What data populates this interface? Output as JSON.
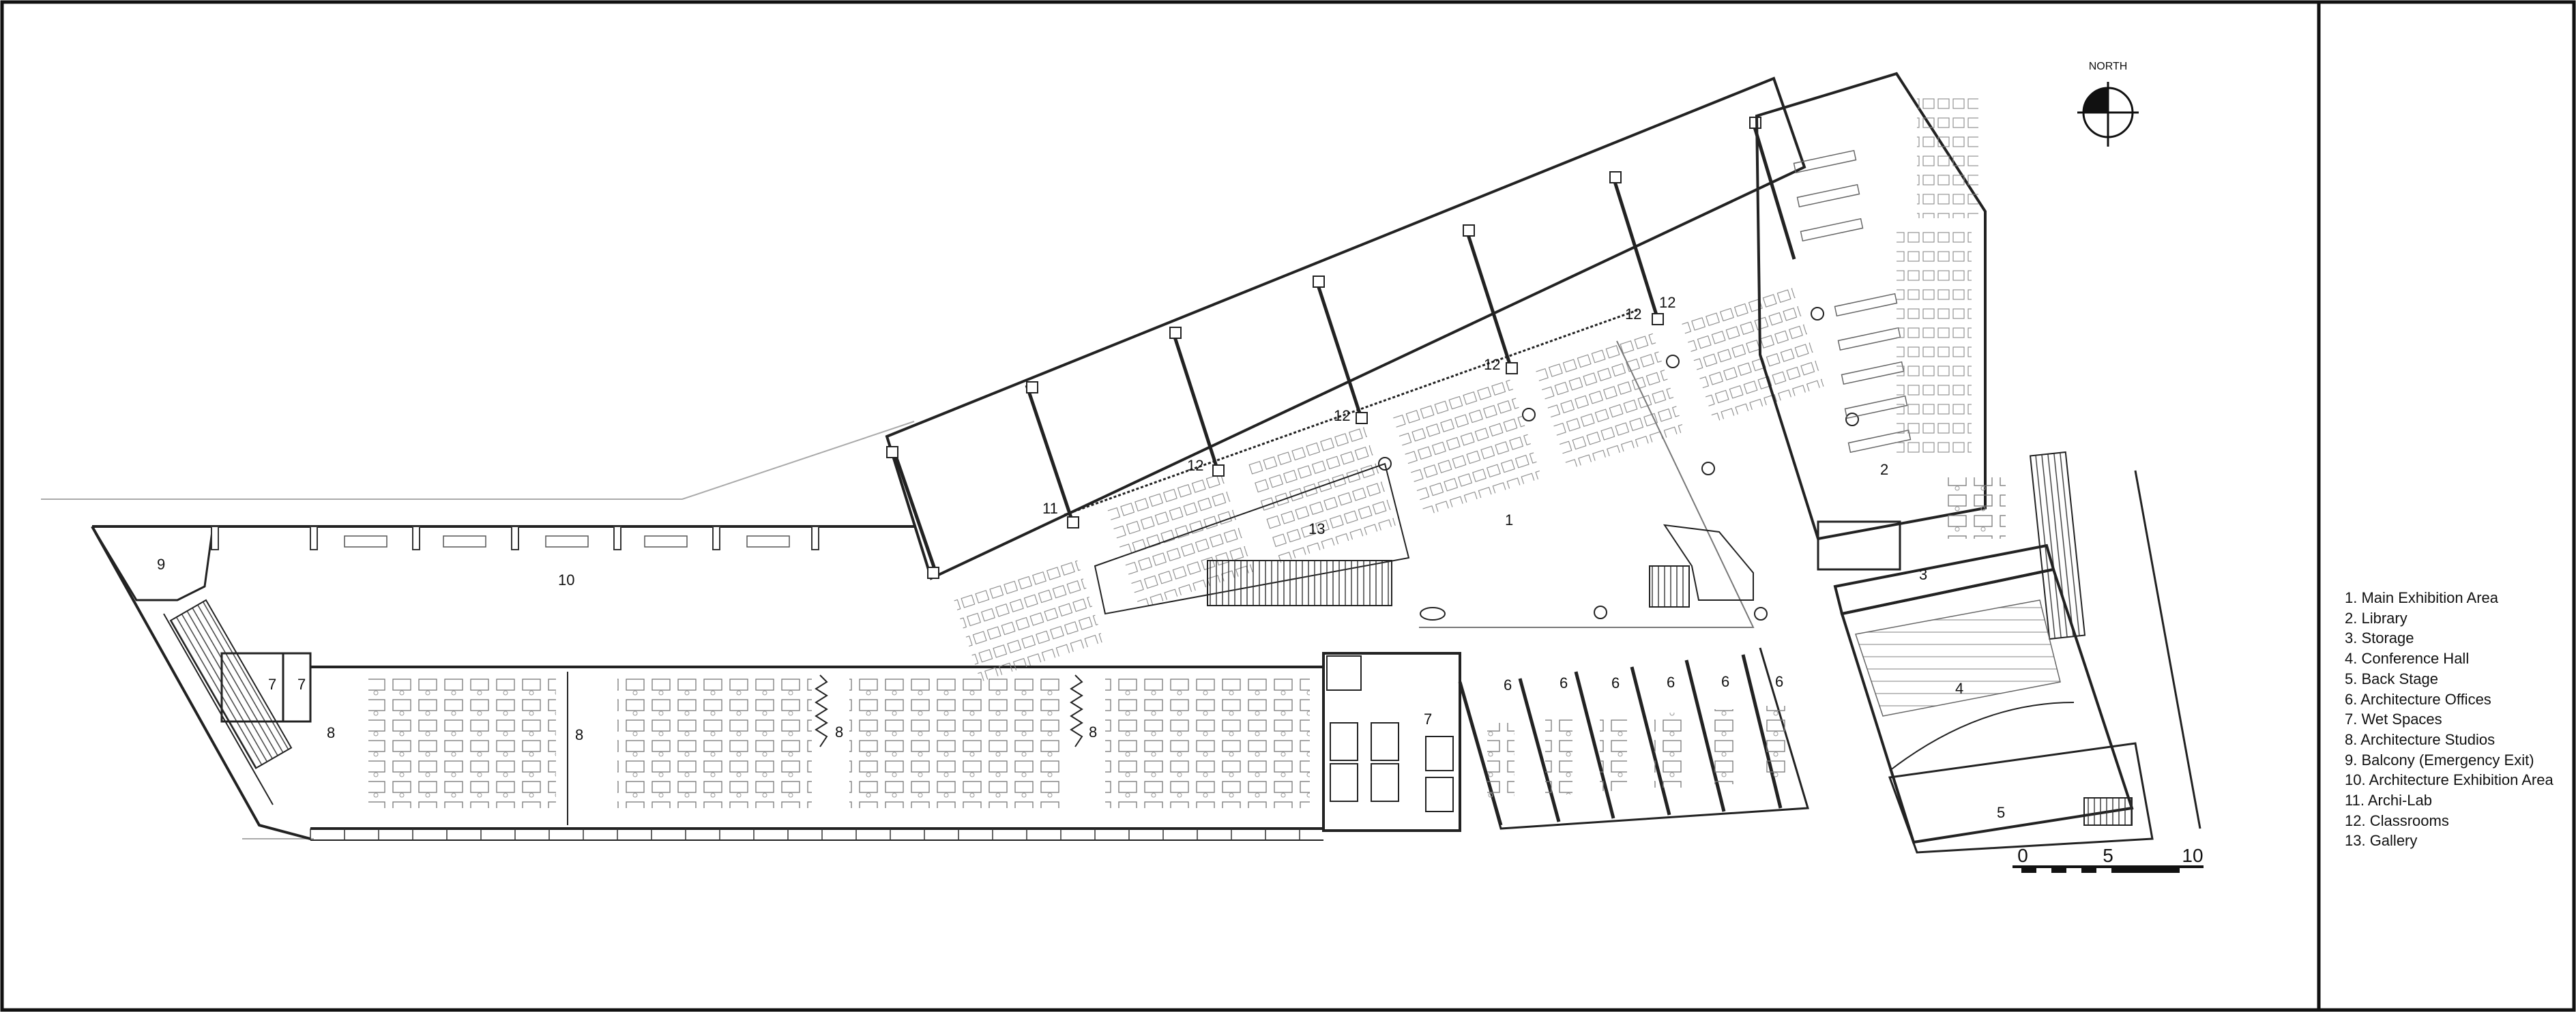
{
  "north_label": "NORTH",
  "scale_bar": {
    "ticks": [
      "0",
      "5",
      "10"
    ]
  },
  "room_labels": [
    {
      "id": "l9",
      "text": "9"
    },
    {
      "id": "l10",
      "text": "10"
    },
    {
      "id": "l13",
      "text": "13"
    },
    {
      "id": "l1",
      "text": "1"
    },
    {
      "id": "l11",
      "text": "11"
    },
    {
      "id": "l12a",
      "text": "12"
    },
    {
      "id": "l12b",
      "text": "12"
    },
    {
      "id": "l12c",
      "text": "12"
    },
    {
      "id": "l12d",
      "text": "12"
    },
    {
      "id": "l12e",
      "text": "12"
    },
    {
      "id": "l2",
      "text": "2"
    },
    {
      "id": "l3",
      "text": "3"
    },
    {
      "id": "l4",
      "text": "4"
    },
    {
      "id": "l5",
      "text": "5"
    },
    {
      "id": "l7a",
      "text": "7"
    },
    {
      "id": "l7b",
      "text": "7"
    },
    {
      "id": "l7c",
      "text": "7"
    },
    {
      "id": "l8a",
      "text": "8"
    },
    {
      "id": "l8b",
      "text": "8"
    },
    {
      "id": "l8c",
      "text": "8"
    },
    {
      "id": "l8d",
      "text": "8"
    },
    {
      "id": "l6a",
      "text": "6"
    },
    {
      "id": "l6b",
      "text": "6"
    },
    {
      "id": "l6c",
      "text": "6"
    },
    {
      "id": "l6d",
      "text": "6"
    },
    {
      "id": "l6e",
      "text": "6"
    },
    {
      "id": "l6f",
      "text": "6"
    }
  ],
  "legend": [
    "1. Main Exhibition Area",
    "2. Library",
    "3. Storage",
    "4. Conference Hall",
    "5. Back Stage",
    "6. Architecture Offices",
    "7. Wet Spaces",
    "8. Architecture Studios",
    "9. Balcony (Emergency Exit)",
    "10. Architecture Exhibition Area",
    "11. Archi-Lab",
    "12. Classrooms",
    "13. Gallery"
  ]
}
